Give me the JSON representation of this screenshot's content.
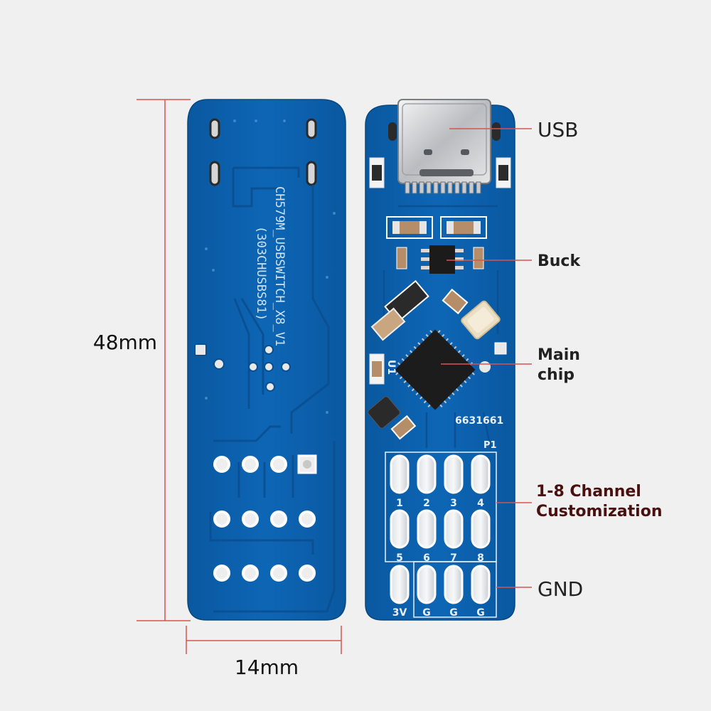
{
  "dimensions": {
    "height_label": "48mm",
    "width_label": "14mm",
    "line_color": "#d9534f"
  },
  "board": {
    "color": "#0b5fa8",
    "back_silk_line1": "CH579M_USBSWITCH_X8_V1",
    "back_silk_line2": "(303CHUSBS81)",
    "front_silk_u1": "U1",
    "front_silk_number": "6631661",
    "front_silk_header": "P1",
    "pad_labels_row1": [
      "1",
      "2",
      "3",
      "4"
    ],
    "pad_labels_row2": [
      "5",
      "6",
      "7",
      "8"
    ],
    "pad_labels_row3": [
      "3V",
      "G",
      "G",
      "G"
    ]
  },
  "callouts": {
    "usb": "USB",
    "buck": "Buck",
    "main_chip_line1": "Main",
    "main_chip_line2": "chip",
    "channels_line1": "1-8 Channel",
    "channels_line2": "Customization",
    "gnd": "GND",
    "label_color_dark": "#222222",
    "label_color_maroon": "#4a1010"
  },
  "icons": [
    "usb-c-connector-icon",
    "microcontroller-chip-icon",
    "crystal-oscillator-icon"
  ]
}
